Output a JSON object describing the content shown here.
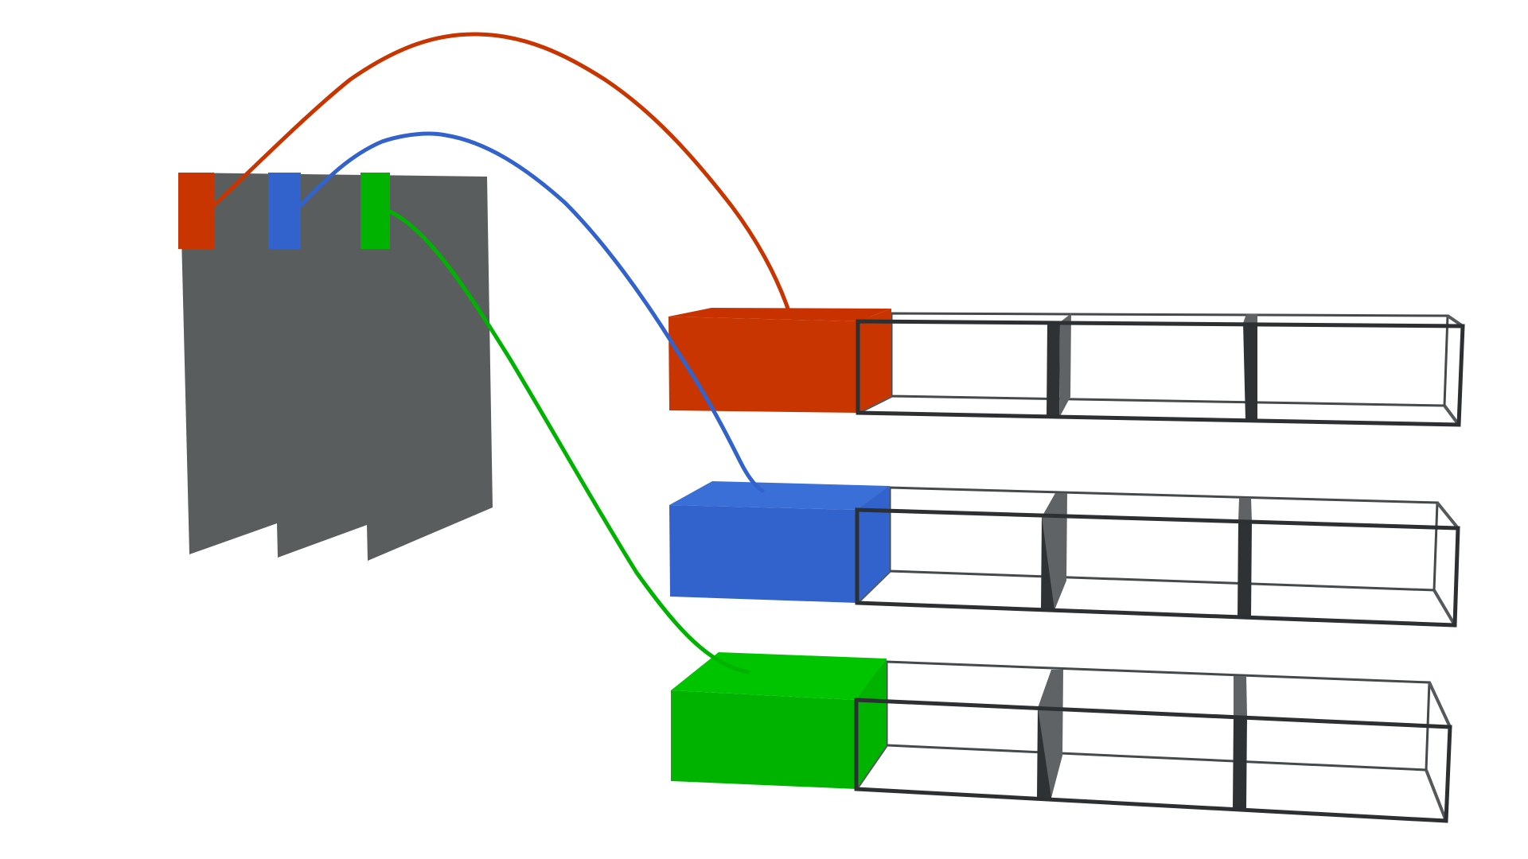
{
  "colors": {
    "background": "#ffffff",
    "panel": "#5a5d5e",
    "divider": "#2e3234",
    "divider_side": "#5f6365"
  },
  "tokens": [
    {
      "id": "red",
      "color": "#c93500",
      "top_color": "#c83200"
    },
    {
      "id": "blue",
      "color": "#3262cc",
      "top_color": "#3a6fd8"
    },
    {
      "id": "green",
      "color": "#00b300",
      "top_color": "#00c400"
    }
  ]
}
